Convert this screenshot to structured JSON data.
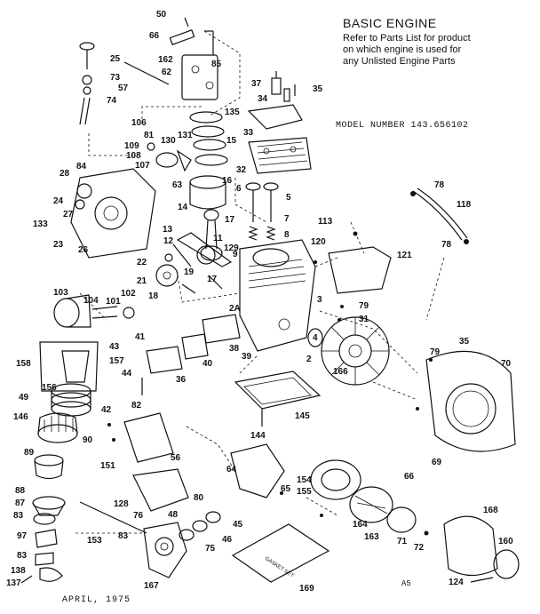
{
  "title": "BASIC ENGINE",
  "note_lines": [
    "Refer to Parts List for product",
    "on which engine is used for",
    "any Unlisted Engine Parts"
  ],
  "model_number": "MODEL NUMBER 143.656102",
  "date": "APRIL, 1975",
  "page_code": "A5",
  "gasket_text": "GASKET SET",
  "callouts": [
    "50",
    "66",
    "162",
    "25",
    "73",
    "57",
    "85",
    "62",
    "74",
    "37",
    "35",
    "34",
    "135",
    "106",
    "81",
    "109",
    "130",
    "131",
    "108",
    "107",
    "15",
    "33",
    "28",
    "84",
    "32",
    "6",
    "5",
    "24",
    "27",
    "63",
    "14",
    "16",
    "133",
    "23",
    "26",
    "17",
    "13",
    "11",
    "129",
    "7",
    "8",
    "9",
    "12",
    "22",
    "21",
    "19",
    "17",
    "18",
    "113",
    "120",
    "121",
    "78",
    "118",
    "78",
    "103",
    "104",
    "101",
    "102",
    "2A",
    "3",
    "79",
    "31",
    "4",
    "41",
    "38",
    "39",
    "43",
    "40",
    "36",
    "44",
    "35",
    "79",
    "70",
    "158",
    "157",
    "156",
    "2",
    "166",
    "145",
    "49",
    "42",
    "82",
    "146",
    "90",
    "144",
    "151",
    "69",
    "89",
    "56",
    "64",
    "66",
    "88",
    "87",
    "80",
    "65",
    "128",
    "154",
    "155",
    "76",
    "48",
    "83",
    "45",
    "46",
    "97",
    "153",
    "83",
    "75",
    "164",
    "163",
    "71",
    "72",
    "168",
    "160",
    "83",
    "167",
    "169",
    "138",
    "137",
    "124"
  ]
}
